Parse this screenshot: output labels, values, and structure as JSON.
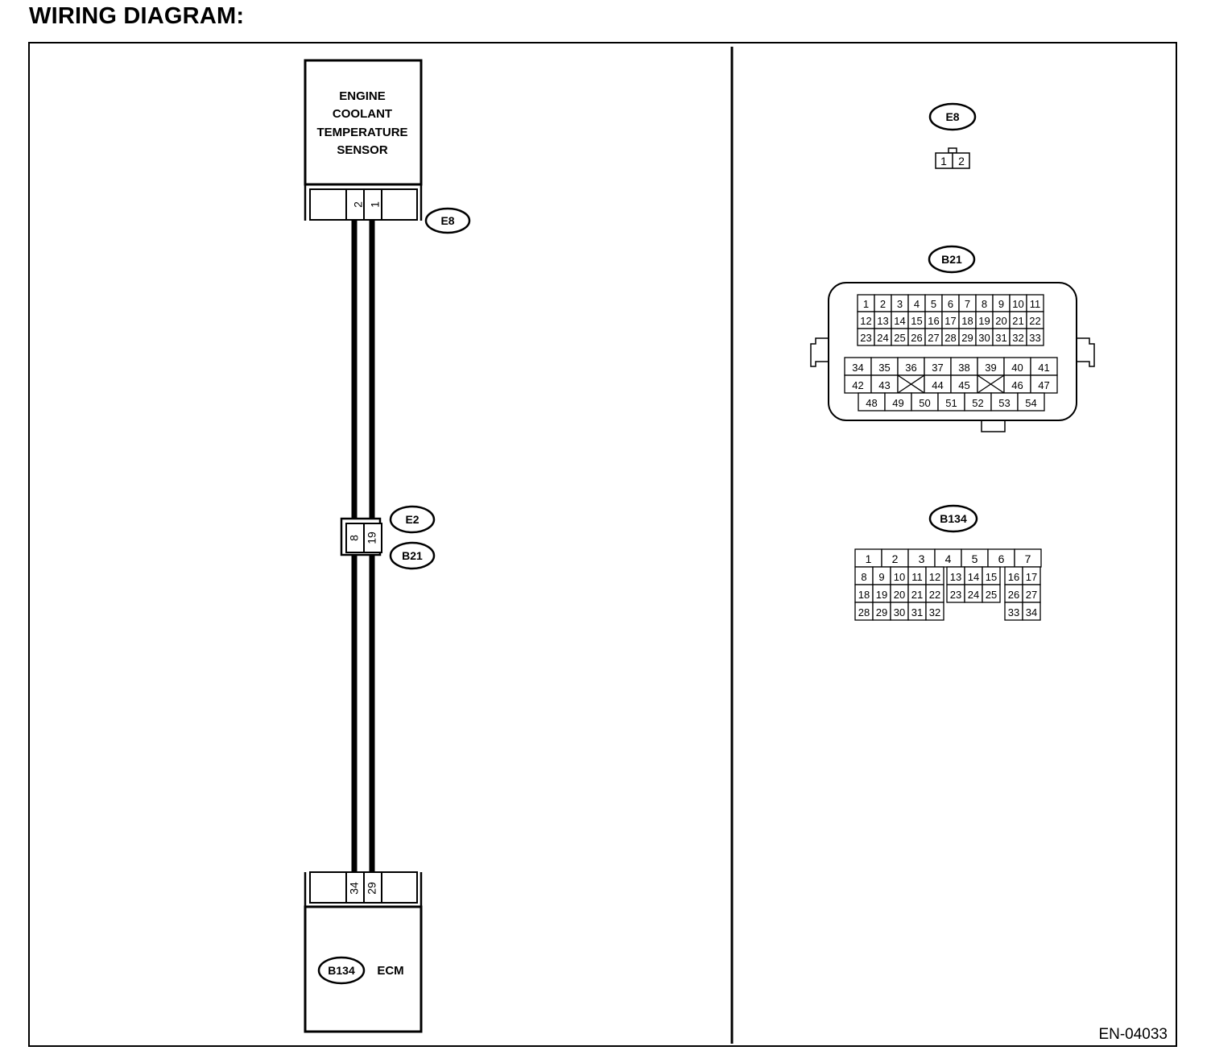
{
  "title": "WIRING DIAGRAM:",
  "figure_code": "EN-04033",
  "sensor": {
    "name_lines": [
      "ENGINE",
      "COOLANT",
      "TEMPERATURE",
      "SENSOR"
    ],
    "connector": "E8",
    "pins": [
      "2",
      "1"
    ]
  },
  "junction": {
    "connector_top": "E2",
    "connector_bottom": "B21",
    "pins": [
      "8",
      "19"
    ]
  },
  "ecm": {
    "name": "ECM",
    "connector": "B134",
    "pins": [
      "34",
      "29"
    ]
  },
  "connector_views": {
    "e8": {
      "label": "E8",
      "pins": [
        "1",
        "2"
      ]
    },
    "b21": {
      "label": "B21",
      "upper_rows": [
        [
          "1",
          "2",
          "3",
          "4",
          "5",
          "6",
          "7",
          "8",
          "9",
          "10",
          "11"
        ],
        [
          "12",
          "13",
          "14",
          "15",
          "16",
          "17",
          "18",
          "19",
          "20",
          "21",
          "22"
        ],
        [
          "23",
          "24",
          "25",
          "26",
          "27",
          "28",
          "29",
          "30",
          "31",
          "32",
          "33"
        ]
      ],
      "lower_rows": [
        [
          "34",
          "35",
          "36",
          "37",
          "38",
          "39",
          "40",
          "41"
        ],
        [
          "42",
          "43",
          "",
          "44",
          "45",
          "",
          "46",
          "47"
        ],
        [
          "48",
          "49",
          "50",
          "51",
          "52",
          "53",
          "54"
        ]
      ]
    },
    "b134": {
      "label": "B134",
      "top_row": [
        "1",
        "2",
        "3",
        "4",
        "5",
        "6",
        "7"
      ],
      "left_rows": [
        [
          "8",
          "9",
          "10",
          "11",
          "12"
        ],
        [
          "18",
          "19",
          "20",
          "21",
          "22"
        ],
        [
          "28",
          "29",
          "30",
          "31",
          "32"
        ]
      ],
      "mid_rows": [
        [
          "13",
          "14",
          "15"
        ],
        [
          "23",
          "24",
          "25"
        ]
      ],
      "right_rows": [
        [
          "16",
          "17"
        ],
        [
          "26",
          "27"
        ],
        [
          "33",
          "34"
        ]
      ]
    }
  }
}
